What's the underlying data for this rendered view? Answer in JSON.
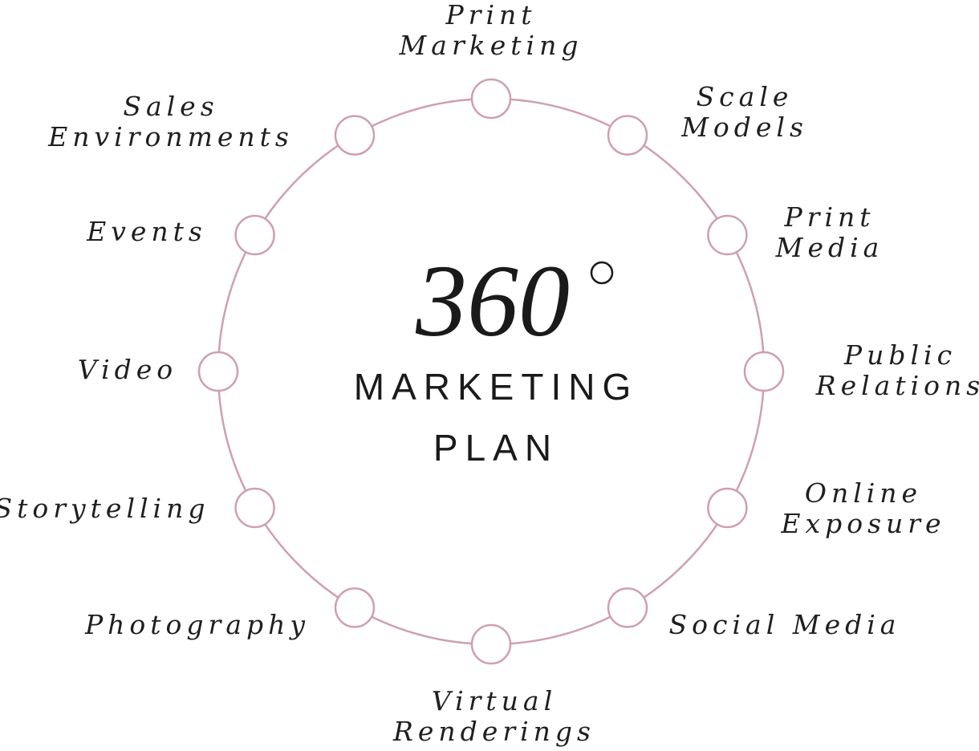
{
  "center": {
    "number": "360",
    "title_line1": "MARKETING",
    "title_line2": "PLAN"
  },
  "items": [
    {
      "id": "print-marketing",
      "lines": [
        "Print",
        "Marketing"
      ]
    },
    {
      "id": "scale-models",
      "lines": [
        "Scale",
        "Models"
      ]
    },
    {
      "id": "print-media",
      "lines": [
        "Print",
        "Media"
      ]
    },
    {
      "id": "public-relations",
      "lines": [
        "Public",
        "Relations"
      ]
    },
    {
      "id": "online-exposure",
      "lines": [
        "Online",
        "Exposure"
      ]
    },
    {
      "id": "social-media",
      "lines": [
        "Social Media"
      ]
    },
    {
      "id": "virtual-renderings",
      "lines": [
        "Virtual",
        "Renderings"
      ]
    },
    {
      "id": "photography",
      "lines": [
        "Photography"
      ]
    },
    {
      "id": "storytelling",
      "lines": [
        "Storytelling"
      ]
    },
    {
      "id": "video",
      "lines": [
        "Video"
      ]
    },
    {
      "id": "events",
      "lines": [
        "Events"
      ]
    },
    {
      "id": "sales-environments",
      "lines": [
        "Sales",
        "Environments"
      ]
    }
  ],
  "colors": {
    "ring": "#cf9fb1",
    "text": "#1f1f1f"
  }
}
